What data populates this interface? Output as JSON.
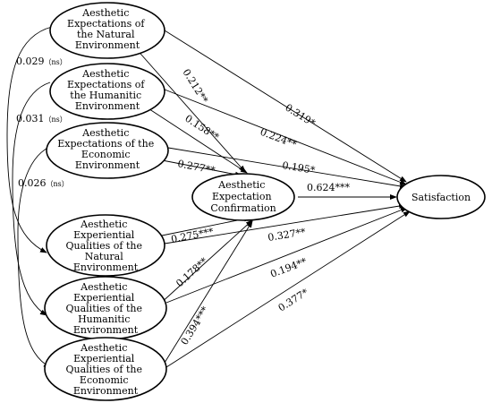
{
  "nodes": {
    "n1": [
      "Aesthetic",
      "Expectations of",
      "the Natural",
      "Environment"
    ],
    "n2": [
      "Aesthetic",
      "Expectations of",
      "the Humanitic",
      "Environment"
    ],
    "n3": [
      "Aesthetic",
      "Expectations of the",
      "Economic",
      "Environment"
    ],
    "n4": [
      "Aesthetic",
      "Experiential",
      "Qualities of the",
      "Natural",
      "Environment"
    ],
    "n5": [
      "Aesthetic",
      "Experiential",
      "Qualities of the",
      "Humanitic",
      "Environment"
    ],
    "n6": [
      "Aesthetic",
      "Experiential",
      "Qualities of the",
      "Economic",
      "Environment"
    ],
    "confirmation": [
      "Aesthetic",
      "Expectation",
      "Confirmation"
    ],
    "satisfaction": [
      "Satisfaction"
    ]
  },
  "coefficients": {
    "n1_conf": "0.212**",
    "n1_sat": "0.319*",
    "n2_conf": "0.158**",
    "n2_sat": "0.224**",
    "n3_conf": "0.277**",
    "n3_sat": "0.195*",
    "conf_sat": "0.624***",
    "n4_conf": "0.275***",
    "n4_sat": "0.327**",
    "n5_conf": "0.178**",
    "n5_sat": "0.194**",
    "n6_conf": "0.394***",
    "n6_sat": "0.377*"
  },
  "correlations": {
    "c1": {
      "value": "0.029",
      "note": "（ns）"
    },
    "c2": {
      "value": "0.031",
      "note": "（ns）"
    },
    "c3": {
      "value": "0.026",
      "note": "（ns）"
    }
  }
}
